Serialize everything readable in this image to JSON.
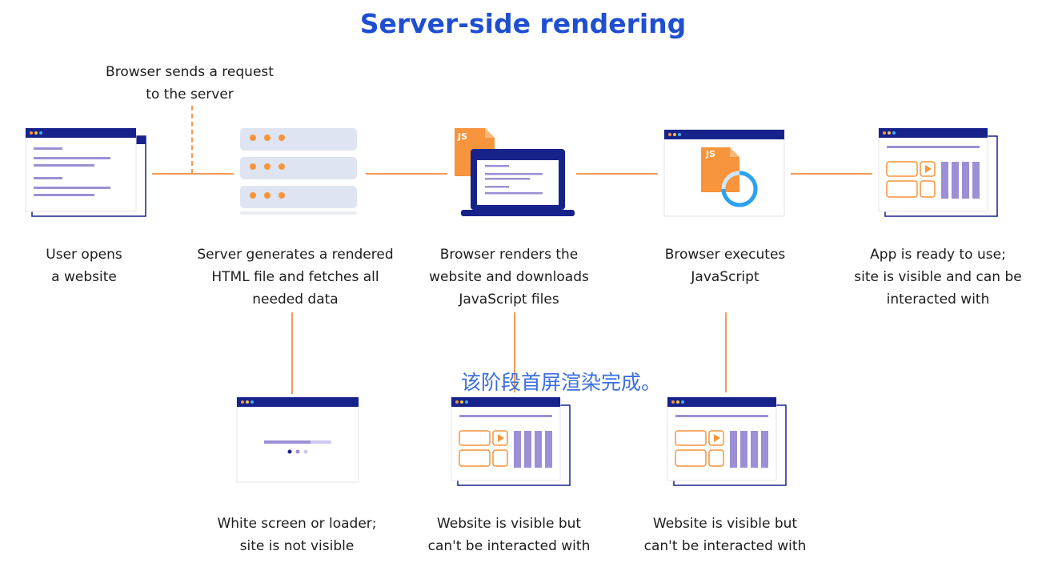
{
  "title": "Server-side rendering",
  "request_note": [
    "Browser sends a request",
    "to the server"
  ],
  "steps": [
    {
      "label": [
        "User opens",
        "a website"
      ]
    },
    {
      "label": [
        "Server generates a rendered",
        "HTML file and fetches all",
        "needed data"
      ]
    },
    {
      "label": [
        "Browser renders the",
        "website and downloads",
        "JavaScript files"
      ]
    },
    {
      "label": [
        "Browser executes",
        "JavaScript"
      ]
    },
    {
      "label": [
        "App is ready to use;",
        "site is visible and can be",
        "interacted with"
      ]
    }
  ],
  "states": [
    {
      "label": [
        "White screen or loader;",
        "site is not visible"
      ]
    },
    {
      "label": [
        "Website is visible but",
        "can't be interacted with"
      ]
    },
    {
      "label": [
        "Website is visible but",
        "can't be interacted with"
      ]
    }
  ],
  "badges": {
    "js1": "JS",
    "js2": "JS"
  },
  "overlay_text": "该阶段首屏渲染完成。",
  "colors": {
    "title": "#1f4fd1",
    "navy": "#17238a",
    "orange": "#f7943c",
    "lavender": "#9d8fd6",
    "arrow": "#f29a55",
    "overlay": "#3b6fe0"
  },
  "icons": [
    "browser-window-icon",
    "server-stack-icon",
    "laptop-icon",
    "js-file-icon",
    "loading-ring-icon",
    "app-window-icon",
    "loader-window-icon"
  ]
}
